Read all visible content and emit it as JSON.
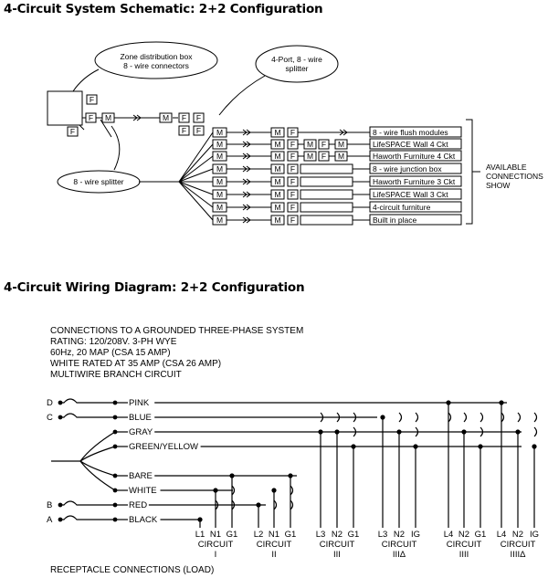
{
  "title1": "4-Circuit System Schematic: 2+2 Configuration",
  "title2": "4-Circuit Wiring Diagram: 2+2 Configuration",
  "schematic": {
    "callout_zone_box": [
      "Zone distribution box",
      "8 - wire connectors"
    ],
    "callout_4port": [
      "4-Port, 8 - wire",
      "splitter"
    ],
    "callout_8wire_splitter": "8 - wire splitter",
    "letters": {
      "m": "M",
      "f": "F"
    },
    "connections": [
      "8 - wire flush modules",
      "LifeSPACE Wall 4 Ckt",
      "Haworth Furniture 4 Ckt",
      "8 - wire junction box",
      "Haworth Furniture 3 Ckt",
      "LifeSPACE Wall 3 Ckt",
      "4-circuit furniture",
      "Built in place"
    ],
    "available_label": [
      "AVAILABLE",
      "CONNECTIONS",
      "SHOW"
    ]
  },
  "wiring": {
    "notes": [
      "CONNECTIONS TO A GROUNDED THREE-PHASE SYSTEM",
      "RATING: 120/208V. 3-PH WYE",
      "60Hz, 20 MAP (CSA 15 AMP)",
      "WHITE RATED AT 35 AMP (CSA 26 AMP)",
      "MULTIWIRE BRANCH CIRCUIT"
    ],
    "wires": [
      "PINK",
      "BLUE",
      "GRAY",
      "GREEN/YELLOW",
      "BARE",
      "WHITE",
      "RED",
      "BLACK"
    ],
    "phase_letters": [
      "D",
      "C",
      "B",
      "A"
    ],
    "circuits": [
      {
        "terms": [
          "L1",
          "N1",
          "G1"
        ],
        "word": "CIRCUIT",
        "numeral": "I"
      },
      {
        "terms": [
          "L2",
          "N1",
          "G1"
        ],
        "word": "CIRCUIT",
        "numeral": "II"
      },
      {
        "terms": [
          "L3",
          "N2",
          "G1"
        ],
        "word": "CIRCUIT",
        "numeral": "III"
      },
      {
        "terms": [
          "L3",
          "N2",
          "IG"
        ],
        "word": "CIRCUIT",
        "numeral": "IIIΔ"
      },
      {
        "terms": [
          "L4",
          "N2",
          "G1"
        ],
        "word": "CIRCUIT",
        "numeral": "IIII"
      },
      {
        "terms": [
          "L4",
          "N2",
          "IG"
        ],
        "word": "CIRCUIT",
        "numeral": "IIIIΔ"
      }
    ],
    "receptacle_label": "RECEPTACLE CONNECTIONS (LOAD)"
  }
}
